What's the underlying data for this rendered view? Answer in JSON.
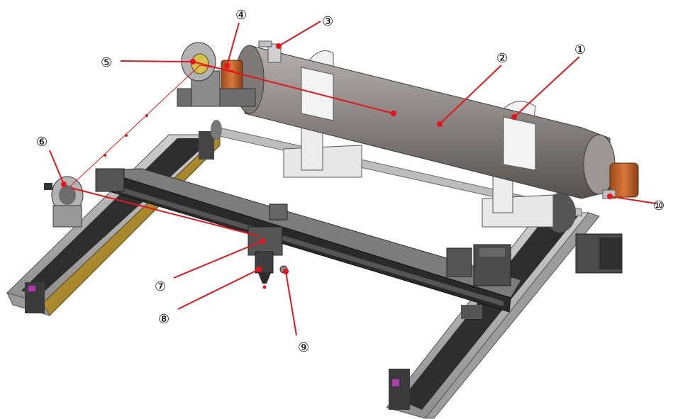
{
  "colors": {
    "leader": "#e8141b",
    "tube": "#8c8784",
    "tube_dark": "#5e5a58",
    "copper": "#c8612a",
    "rail": "#3a3a3a",
    "rail_light": "#b9b9b9",
    "brass": "#b58a1e",
    "clamp": "#e6e6e6",
    "motor": "#4a4a4a"
  },
  "callouts": [
    {
      "id": "c1",
      "label": "①"
    },
    {
      "id": "c2",
      "label": "②"
    },
    {
      "id": "c3",
      "label": "③"
    },
    {
      "id": "c4",
      "label": "④"
    },
    {
      "id": "c5",
      "label": "⑤"
    },
    {
      "id": "c6",
      "label": "⑥"
    },
    {
      "id": "c7",
      "label": "⑦"
    },
    {
      "id": "c8",
      "label": "⑧"
    },
    {
      "id": "c9",
      "label": "⑨"
    },
    {
      "id": "c10",
      "label": "⑩"
    }
  ]
}
